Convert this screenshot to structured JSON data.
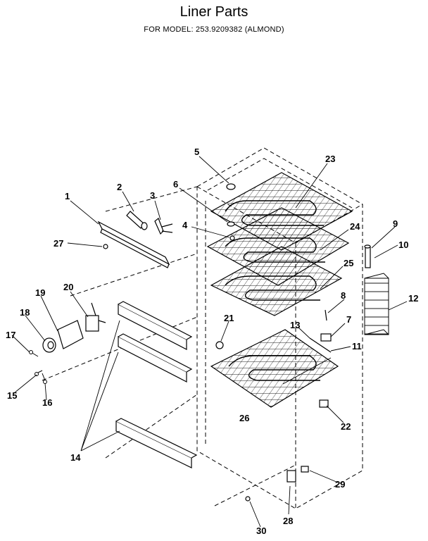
{
  "header": {
    "title": "Liner Parts",
    "subtitle": "FOR MODEL:   253.9209382 (ALMOND)"
  },
  "diagram": {
    "part_labels": [
      "1",
      "2",
      "3",
      "4",
      "5",
      "6",
      "7",
      "8",
      "9",
      "10",
      "11",
      "12",
      "13",
      "14",
      "15",
      "16",
      "17",
      "18",
      "19",
      "20",
      "21",
      "22",
      "23",
      "24",
      "25",
      "26",
      "27",
      "28",
      "29",
      "30"
    ]
  }
}
